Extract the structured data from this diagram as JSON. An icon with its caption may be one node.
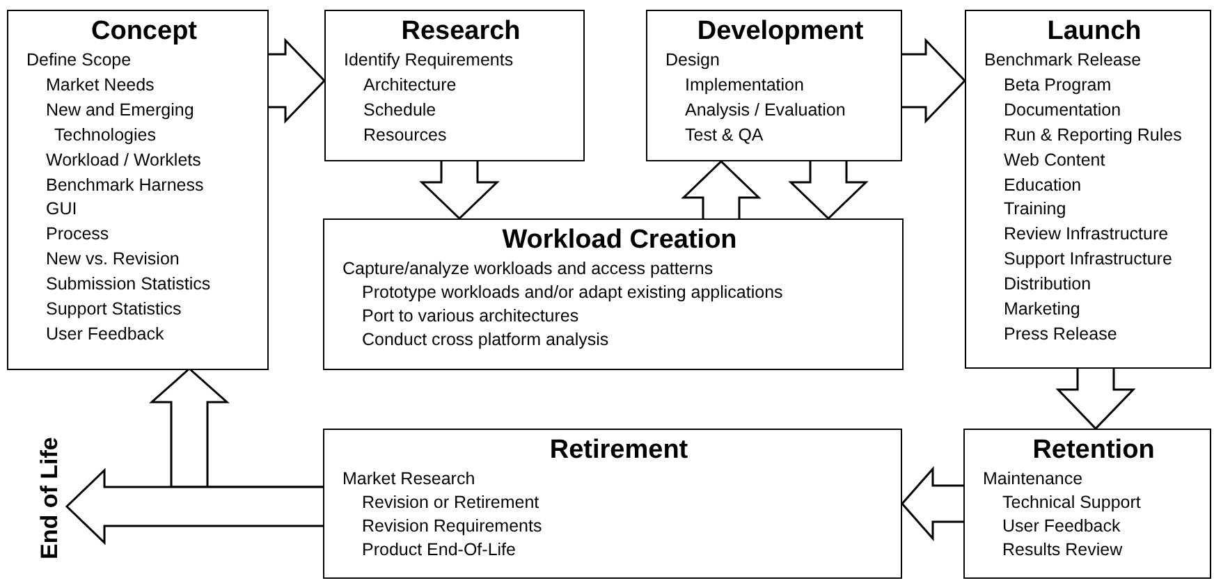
{
  "diagram": {
    "nodes": [
      {
        "text": [
          "Concept",
          "Define Scope",
          "Market Needs",
          "New and Emerging Technologies",
          "Workload / Worklets",
          "Benchmark Harness",
          "GUI",
          "Process",
          "New vs. Revision",
          "Submission Statistics",
          "Support Statistics",
          "User Feedback"
        ]
      },
      {
        "text": [
          "Research",
          "Identify Requirements",
          "Architecture",
          "Schedule",
          "Resources"
        ]
      },
      {
        "text": [
          "Development",
          "Design",
          "Implementation",
          "Analysis / Evaluation",
          "Test & QA"
        ]
      },
      {
        "text": [
          "Launch",
          "Benchmark Release",
          "Beta Program",
          "Documentation",
          "Run & Reporting Rules",
          "Web Content",
          "Education",
          "Training",
          "Review Infrastructure",
          "Support Infrastructure",
          "Distribution",
          "Marketing",
          "Press Release"
        ]
      },
      {
        "text": [
          "Workload Creation",
          "Capture/analyze workloads and access patterns",
          "Prototype workloads and/or adapt existing applications",
          "Port to various architectures",
          "Conduct cross platform analysis"
        ]
      },
      {
        "text": [
          "End of Life"
        ]
      },
      {
        "text": [
          "Retirement",
          "Market Research",
          "Revision or Retirement",
          "Revision Requirements",
          "Product End-Of-Life"
        ]
      },
      {
        "text": [
          "Retention",
          "Maintenance",
          "Technical Support",
          "User Feedback",
          "Results Review"
        ]
      }
    ],
    "edges": [
      {
        "from": 0,
        "to": 1,
        "arrow": "to"
      },
      {
        "from": 1,
        "to": 4,
        "arrow": "to"
      },
      {
        "from": 2,
        "to": 3,
        "arrow": "to"
      },
      {
        "from": 2,
        "to": 4,
        "arrow": "to"
      },
      {
        "from": 4,
        "to": 2,
        "arrow": "to"
      },
      {
        "from": 3,
        "to": 7,
        "arrow": "to"
      },
      {
        "from": 7,
        "to": 6,
        "arrow": "to"
      },
      {
        "from": 6,
        "to": 0,
        "arrow": "to"
      },
      {
        "from": 6,
        "to": 5,
        "arrow": "to"
      }
    ]
  }
}
